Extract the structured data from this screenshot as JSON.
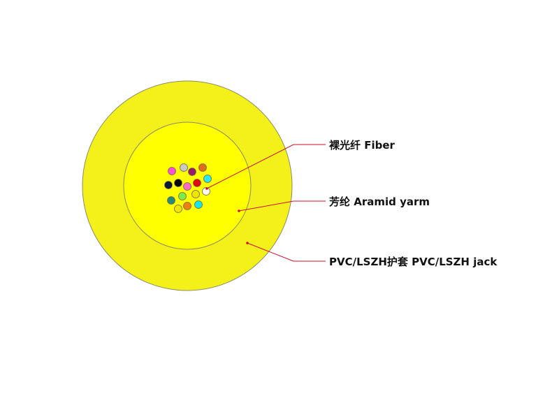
{
  "diagram": {
    "labels": {
      "fiber": "裸光纤  Fiber",
      "aramid": "芳纶 Aramid yarm",
      "jacket": "PVC/LSZH护套 PVC/LSZH jack"
    }
  },
  "colors": {
    "jacket_fill": "#f4f11a",
    "inner_fill": "#ffff00",
    "outline": "#8a8a66",
    "leader": "#c8102e",
    "label_text": "#111111"
  },
  "fibers": [
    {
      "color": "#ff4fd8"
    },
    {
      "color": "#c9c9c9"
    },
    {
      "color": "#e36b1c"
    },
    {
      "color": "#9c1a6b"
    },
    {
      "color": "#06163a"
    },
    {
      "color": "#050505"
    },
    {
      "color": "#ff69c8"
    },
    {
      "color": "#e30613"
    },
    {
      "color": "#2ee6ee"
    },
    {
      "color": "#ffffff"
    },
    {
      "color": "#2a8a78"
    },
    {
      "color": "#7eea4c"
    },
    {
      "color": "#f2e300"
    },
    {
      "color": "#16e6e6"
    },
    {
      "color": "#f2e300"
    },
    {
      "color": "#f07f12"
    }
  ]
}
